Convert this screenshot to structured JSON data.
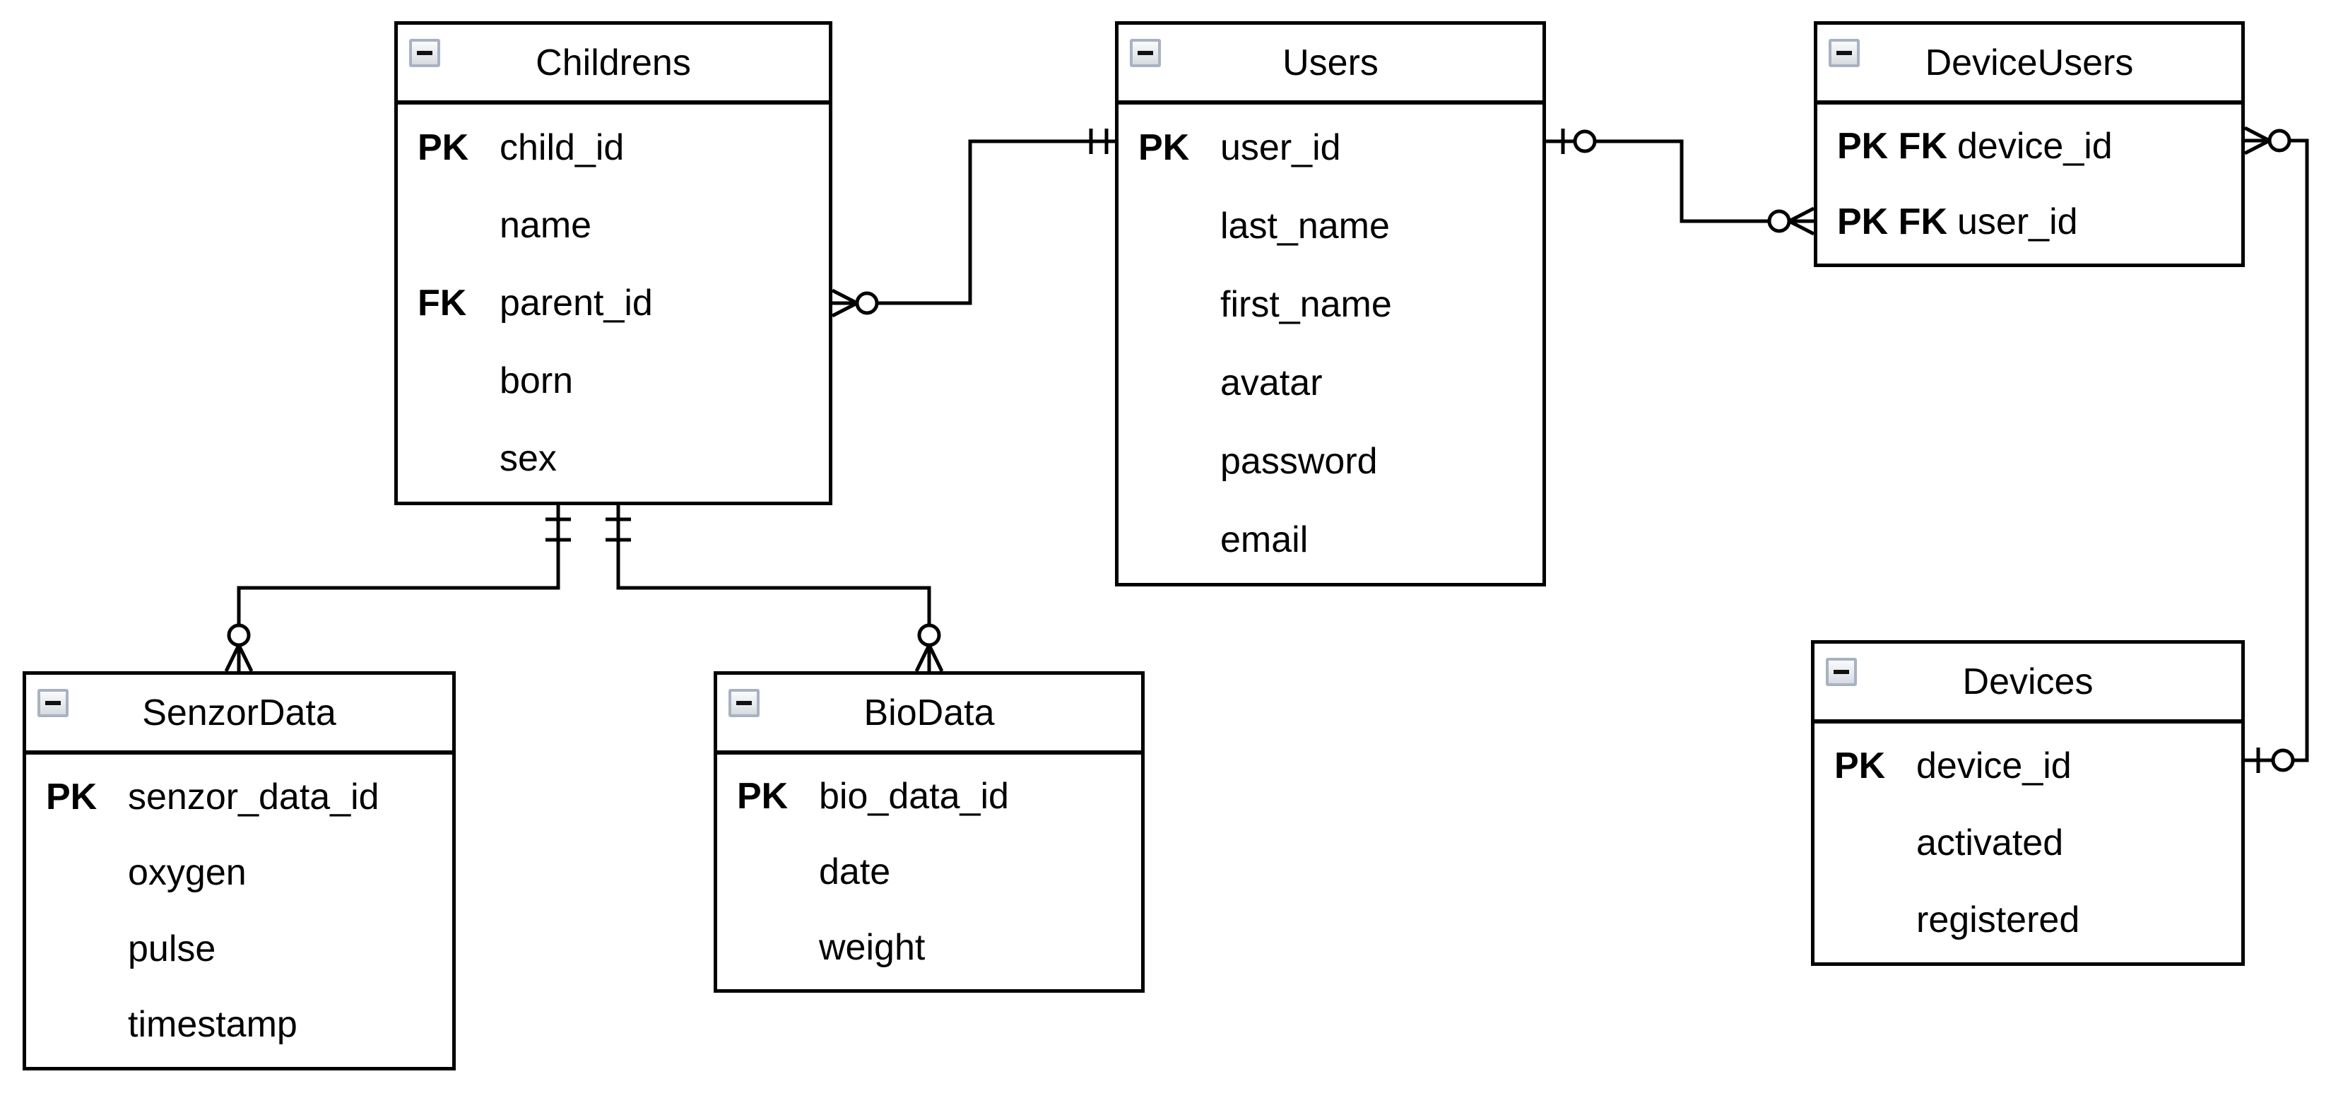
{
  "diagram": {
    "type": "entity-relationship",
    "notation": "crows-foot",
    "background_color": "#ffffff",
    "line_color": "#000000",
    "table_fill_color": "#ffffff",
    "collapse_icon": "minus-icon"
  },
  "tables": [
    {
      "name": "Childrens",
      "fields": [
        {
          "keys": "PK",
          "name": "child_id"
        },
        {
          "keys": "",
          "name": "name"
        },
        {
          "keys": "FK",
          "name": "parent_id"
        },
        {
          "keys": "",
          "name": "born"
        },
        {
          "keys": "",
          "name": "sex"
        }
      ]
    },
    {
      "name": "Users",
      "fields": [
        {
          "keys": "PK",
          "name": "user_id"
        },
        {
          "keys": "",
          "name": "last_name"
        },
        {
          "keys": "",
          "name": "first_name"
        },
        {
          "keys": "",
          "name": "avatar"
        },
        {
          "keys": "",
          "name": "password"
        },
        {
          "keys": "",
          "name": "email"
        }
      ]
    },
    {
      "name": "DeviceUsers",
      "fields": [
        {
          "keys": "PK FK",
          "name": "device_id"
        },
        {
          "keys": "PK FK",
          "name": "user_id"
        }
      ]
    },
    {
      "name": "SenzorData",
      "fields": [
        {
          "keys": "PK",
          "name": "senzor_data_id"
        },
        {
          "keys": "",
          "name": "oxygen"
        },
        {
          "keys": "",
          "name": "pulse"
        },
        {
          "keys": "",
          "name": "timestamp"
        }
      ]
    },
    {
      "name": "BioData",
      "fields": [
        {
          "keys": "PK",
          "name": "bio_data_id"
        },
        {
          "keys": "",
          "name": "date"
        },
        {
          "keys": "",
          "name": "weight"
        }
      ]
    },
    {
      "name": "Devices",
      "fields": [
        {
          "keys": "PK",
          "name": "device_id"
        },
        {
          "keys": "",
          "name": "activated"
        },
        {
          "keys": "",
          "name": "registered"
        }
      ]
    }
  ],
  "relationships": [
    {
      "from_table": "Childrens",
      "from_field": "parent_id",
      "from_cardinality": "zero-or-many",
      "to_table": "Users",
      "to_field": "user_id",
      "to_cardinality": "exactly-one"
    },
    {
      "from_table": "DeviceUsers",
      "from_field": "user_id",
      "from_cardinality": "zero-or-many",
      "to_table": "Users",
      "to_field": "user_id",
      "to_cardinality": "zero-or-one"
    },
    {
      "from_table": "DeviceUsers",
      "from_field": "device_id",
      "from_cardinality": "zero-or-many",
      "to_table": "Devices",
      "to_field": "device_id",
      "to_cardinality": "zero-or-one"
    },
    {
      "from_table": "SenzorData",
      "from_field": "",
      "from_cardinality": "zero-or-many",
      "to_table": "Childrens",
      "to_field": "",
      "to_cardinality": "exactly-one"
    },
    {
      "from_table": "BioData",
      "from_field": "",
      "from_cardinality": "zero-or-many",
      "to_table": "Childrens",
      "to_field": "",
      "to_cardinality": "exactly-one"
    }
  ]
}
